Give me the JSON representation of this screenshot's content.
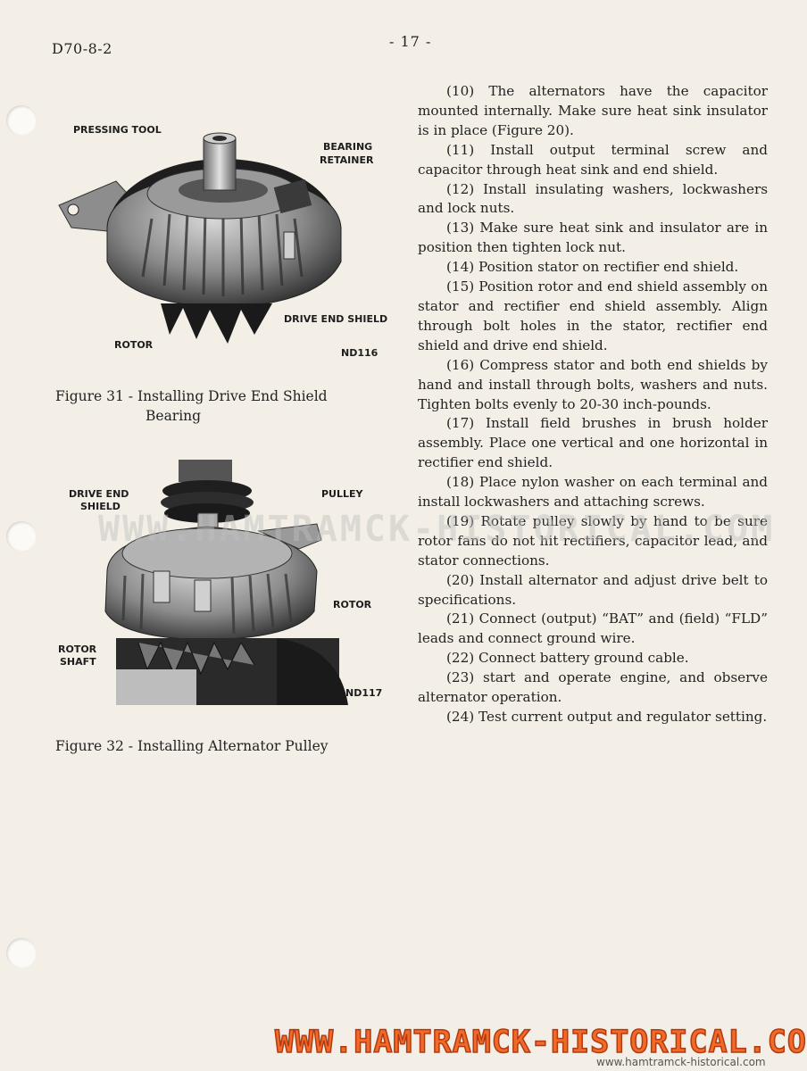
{
  "header": {
    "doc_id": "D70-8-2",
    "page_number": "- 17 -"
  },
  "figure31": {
    "labels": {
      "pressing_tool": "PRESSING TOOL",
      "bearing_retainer_1": "BEARING",
      "bearing_retainer_2": "RETAINER",
      "drive_end_shield": "DRIVE END SHIELD",
      "rotor": "ROTOR",
      "code": "ND116"
    },
    "caption_line1": "Figure 31 - Installing Drive End Shield",
    "caption_line2": "Bearing"
  },
  "figure32": {
    "labels": {
      "drive_end_shield_1": "DRIVE END",
      "drive_end_shield_2": "SHIELD",
      "pulley": "PULLEY",
      "rotor": "ROTOR",
      "rotor_shaft_1": "ROTOR",
      "rotor_shaft_2": "SHAFT",
      "code": "ND117"
    },
    "caption": "Figure 32 - Installing Alternator Pulley"
  },
  "steps": [
    "(10) The alternators have the capacitor mounted internally. Make sure heat sink insulator is in place (Figure 20).",
    "(11) Install output terminal screw and capacitor through heat sink and end shield.",
    "(12) Install insulating washers, lockwashers and lock nuts.",
    "(13) Make sure heat sink and insulator are in position then tighten lock nut.",
    "(14) Position stator on rectifier end shield.",
    "(15) Position rotor and end shield assembly on stator and rectifier end shield assembly. Align through bolt holes in the stator, rectifier end shield and drive end shield.",
    "(16) Compress stator and both end shields by hand and install through bolts, washers and nuts. Tighten bolts evenly to 20-30 inch-pounds.",
    "(17) Install field brushes in brush holder assembly. Place one vertical and one horizontal in rectifier end shield.",
    "(18) Place nylon washer on each terminal and install lockwashers and attaching screws.",
    "(19) Rotate pulley slowly by hand to be sure rotor fans do not hit rectifiers, capacitor lead, and stator connections.",
    "(20) Install alternator and adjust drive belt to specifications.",
    "(21) Connect (output) “BAT” and (field) “FLD” leads and connect ground wire.",
    "(22) Connect battery ground cable.",
    "(23) start and operate engine, and observe alternator operation.",
    "(24) Test current output and regulator setting."
  ],
  "watermark": {
    "overlay": "WWW.HAMTRAMCK-HISTORICAL.COM",
    "banner": "WWW.HAMTRAMCK-HISTORICAL.COM",
    "small": "www.hamtramck-historical.com"
  }
}
